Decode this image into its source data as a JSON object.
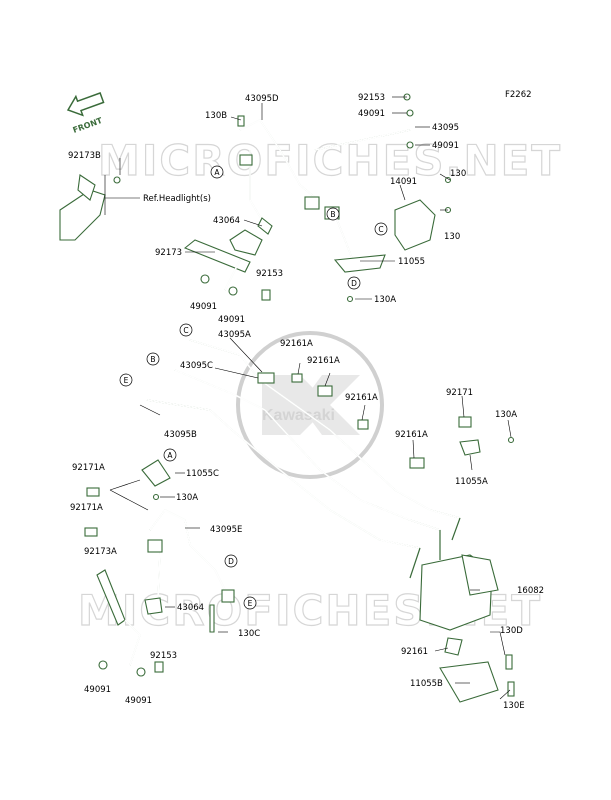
{
  "diagram": {
    "code": "F2262",
    "front_arrow": "FRONT",
    "watermark_top": "MICROFICHES.NET",
    "watermark_bottom": "MICROFICHES.NET",
    "brand": "Kawasaki"
  },
  "parts": [
    {
      "label": "92173B"
    },
    {
      "label": "Ref.Headlight(s)"
    },
    {
      "label": "130B"
    },
    {
      "label": "43095D"
    },
    {
      "label": "43064"
    },
    {
      "label": "92173"
    },
    {
      "label": "49091"
    },
    {
      "label": "49091"
    },
    {
      "label": "92153"
    },
    {
      "label": "92153"
    },
    {
      "label": "49091"
    },
    {
      "label": "43095"
    },
    {
      "label": "49091"
    },
    {
      "label": "14091"
    },
    {
      "label": "130"
    },
    {
      "label": "130"
    },
    {
      "label": "11055"
    },
    {
      "label": "130A"
    },
    {
      "label": "43095A"
    },
    {
      "label": "92161A"
    },
    {
      "label": "92161A"
    },
    {
      "label": "43095C"
    },
    {
      "label": "92161A"
    },
    {
      "label": "43095B"
    },
    {
      "label": "92171"
    },
    {
      "label": "130A"
    },
    {
      "label": "92161A"
    },
    {
      "label": "11055A"
    },
    {
      "label": "92171A"
    },
    {
      "label": "11055C"
    },
    {
      "label": "130A"
    },
    {
      "label": "92171A"
    },
    {
      "label": "43095E"
    },
    {
      "label": "92173A"
    },
    {
      "label": "43064"
    },
    {
      "label": "130C"
    },
    {
      "label": "16082"
    },
    {
      "label": "130D"
    },
    {
      "label": "92161"
    },
    {
      "label": "11055B"
    },
    {
      "label": "92153"
    },
    {
      "label": "49091"
    },
    {
      "label": "49091"
    },
    {
      "label": "130E"
    }
  ],
  "refs": [
    "A",
    "B",
    "C",
    "D",
    "C",
    "B",
    "E",
    "A",
    "D",
    "E"
  ]
}
